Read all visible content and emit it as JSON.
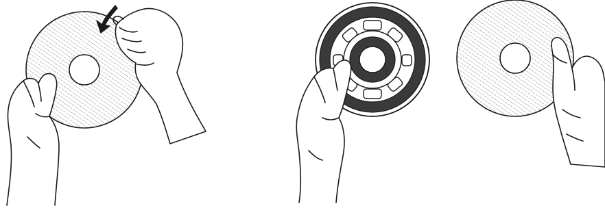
{
  "figure": {
    "background": "#ffffff",
    "ink": "#1a1a1a",
    "hatch": "#8a8a8a",
    "panels": [
      {
        "id": "peel-film",
        "icons": [
          "hatched-disc-icon",
          "curved-arrow-icon",
          "left-hand-icon",
          "right-hand-icon"
        ]
      },
      {
        "id": "hold-base",
        "icons": [
          "ring-base-icon",
          "left-hand-icon"
        ]
      },
      {
        "id": "attach-film",
        "icons": [
          "hatched-disc-icon",
          "right-hand-icon"
        ]
      }
    ]
  }
}
